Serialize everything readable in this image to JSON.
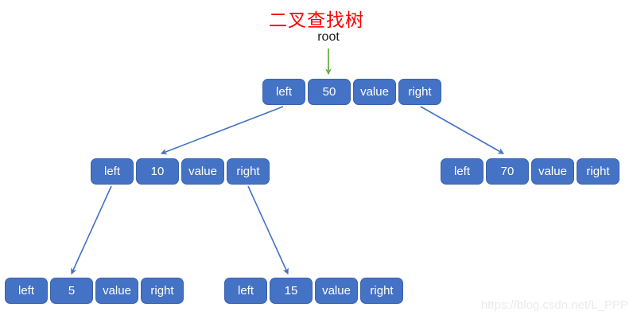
{
  "title": "二叉查找树",
  "root_pointer_label": "root",
  "watermark": "https://blog.csdn.net/L_PPP",
  "colors": {
    "title": "#FF0000",
    "node_fill": "#4472C4",
    "node_border": "#3B63AC",
    "node_text": "#FFFFFF",
    "edge": "#4472C4",
    "root_arrow": "#70AD47",
    "watermark": "#EBEBEB"
  },
  "tree": {
    "type": "binary-search-tree",
    "nodes": [
      {
        "name": "node-50",
        "cells": [
          "left",
          "50",
          "value",
          "right"
        ]
      },
      {
        "name": "node-10",
        "cells": [
          "left",
          "10",
          "value",
          "right"
        ]
      },
      {
        "name": "node-70",
        "cells": [
          "left",
          "70",
          "value",
          "right"
        ]
      },
      {
        "name": "node-5",
        "cells": [
          "left",
          "5",
          "value",
          "right"
        ]
      },
      {
        "name": "node-15",
        "cells": [
          "left",
          "15",
          "value",
          "right"
        ]
      }
    ],
    "edges": [
      {
        "from": "root-pointer",
        "to": "50"
      },
      {
        "from": "50",
        "to": "10",
        "via": "left"
      },
      {
        "from": "50",
        "to": "70",
        "via": "right"
      },
      {
        "from": "10",
        "to": "5",
        "via": "left"
      },
      {
        "from": "10",
        "to": "15",
        "via": "right"
      }
    ]
  }
}
